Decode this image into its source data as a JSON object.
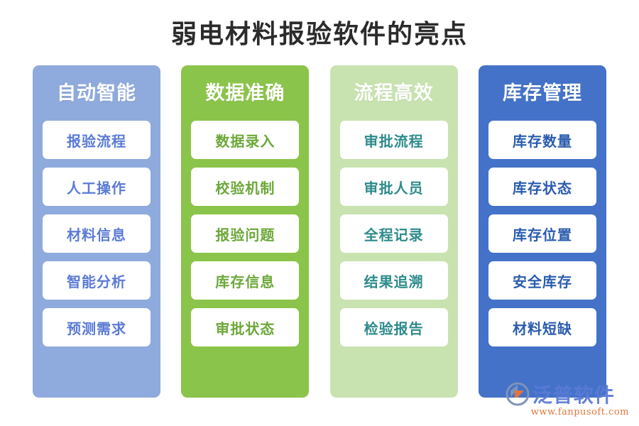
{
  "page": {
    "title": "弱电材料报验软件的亮点",
    "background_color": "#ffffff",
    "title_color": "#2b2b2b"
  },
  "columns": [
    {
      "header": "自动智能",
      "color": "#8FAADC",
      "item_text_color": "#5B7BD5",
      "items": [
        "报验流程",
        "人工操作",
        "材料信息",
        "智能分析",
        "预测需求"
      ]
    },
    {
      "header": "数据准确",
      "color": "#8BC44A",
      "item_text_color": "#6CA83A",
      "items": [
        "数据录入",
        "校验机制",
        "报验问题",
        "库存信息",
        "审批状态"
      ]
    },
    {
      "header": "流程高效",
      "color": "#C9E3B0",
      "item_text_color": "#2E8B8B",
      "items": [
        "审批流程",
        "审批人员",
        "全程记录",
        "结果追溯",
        "检验报告"
      ]
    },
    {
      "header": "库存管理",
      "color": "#4472C8",
      "item_text_color": "#2A5CAE",
      "items": [
        "库存数量",
        "库存状态",
        "库存位置",
        "安全库存",
        "材料短缺"
      ]
    }
  ],
  "watermark": {
    "brand": "泛普软件",
    "url": "www.fanpusoft.com",
    "brand_color": "#5B7BD5",
    "url_color": "#E2753C"
  }
}
